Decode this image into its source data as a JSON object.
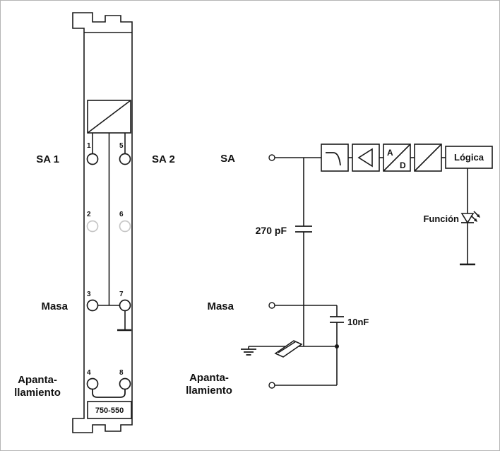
{
  "module": {
    "model": "750-550",
    "labels": {
      "sa1": "SA 1",
      "sa2": "SA 2",
      "masa": "Masa",
      "apanta_line1": "Apanta-",
      "apanta_line2": "llamiento"
    },
    "terminals": [
      "1",
      "5",
      "2",
      "6",
      "3",
      "7",
      "4",
      "8"
    ]
  },
  "circuit": {
    "labels": {
      "sa": "SA",
      "masa": "Masa",
      "apanta_line1": "Apanta-",
      "apanta_line2": "llamiento",
      "funcion": "Función",
      "logica": "Lógica"
    },
    "components": {
      "cap_input": "270 pF",
      "cap_shield": "10nF",
      "adc_a": "A",
      "adc_d": "D"
    }
  },
  "colors": {
    "line": "#1a1a1a",
    "muted_terminal": "#c6c6c6",
    "background": "#ffffff",
    "border": "#b5b5b5"
  }
}
